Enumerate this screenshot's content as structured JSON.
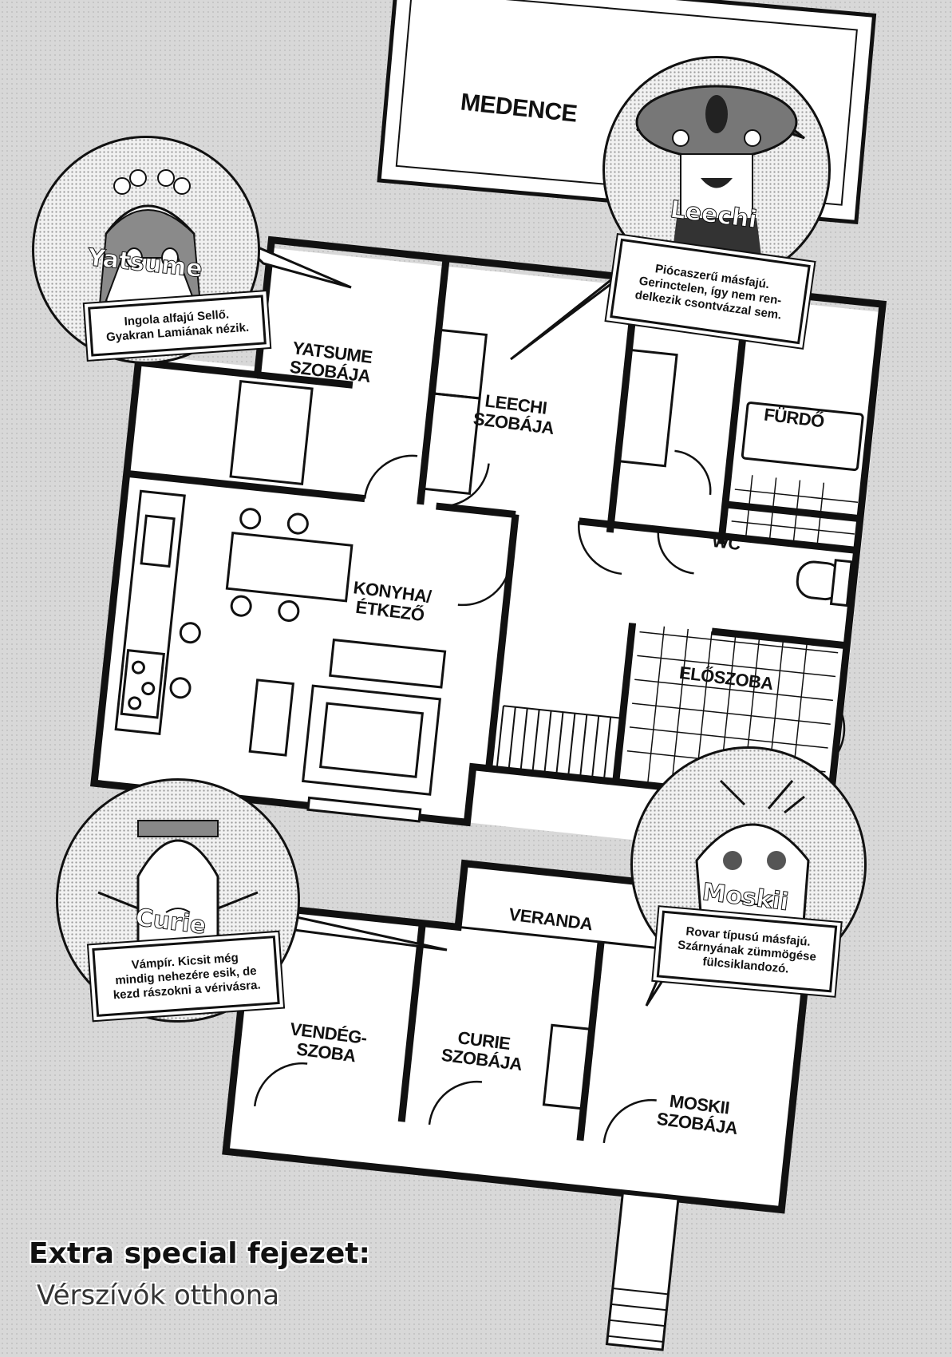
{
  "rooms": {
    "medence": "MEDENCE",
    "yatsume_room": "YATSUME\nSZOBÁJA",
    "leechi_room": "LEECHI\nSZOBÁJA",
    "furdo": "FÜRDŐ",
    "wc": "WC",
    "konyha": "KONYHA/\nÉTKEZŐ",
    "eloszoba": "ELŐSZOBA",
    "veranda": "VERANDA",
    "vendegszoba": "VENDÉG-\nSZOBA",
    "curie_room": "CURIE\nSZOBÁJA",
    "moskii_room": "MOSKII\nSZOBÁJA"
  },
  "characters": {
    "yatsume": {
      "name": "Yatsume",
      "info": "Ingola alfajú Sellő.\nGyakran Lamiának nézik."
    },
    "leechi": {
      "name": "Leechi",
      "info": "Piócaszerű másfajú.\nGerinctelen, így nem ren-\ndelkezik csontvázzal sem."
    },
    "curie": {
      "name": "Curie",
      "info": "Vámpír. Kicsit még\nmindig nehezére esik, de\nkezd rászokni a vérivásra."
    },
    "moskii": {
      "name": "Moskii",
      "info": "Rovar típusú másfajú.\nSzárnyának zümmögése\nfülcsiklandozó."
    }
  },
  "chapter": {
    "heading": "Extra special fejezet:",
    "subtitle": "Vérszívók otthona"
  }
}
